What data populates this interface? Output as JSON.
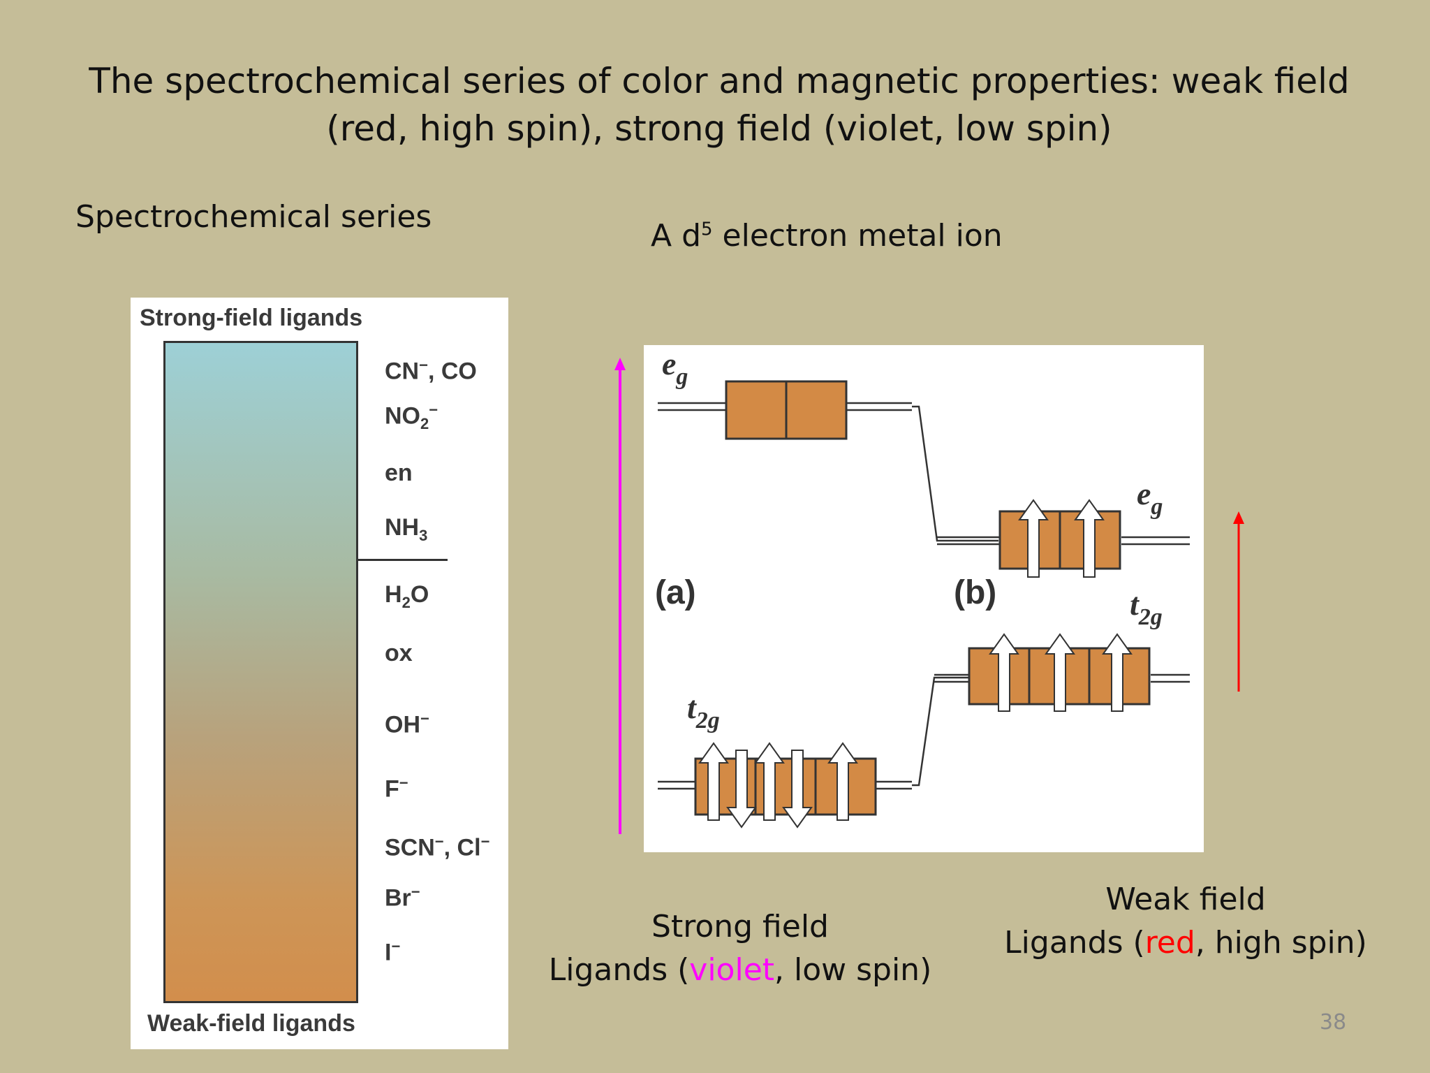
{
  "title": "The spectrochemical series of color and magnetic properties: weak field (red, high spin), strong field (violet, low spin)",
  "spectro_label": "Spectrochemical series",
  "d5_label": {
    "prefix": "A d",
    "sup": "5",
    "suffix": " electron metal ion"
  },
  "series": {
    "strong_label": "Strong-field ligands",
    "weak_label": "Weak-field ligands",
    "ligands": [
      {
        "main": "CN",
        "sup": "−",
        "rest": ", CO"
      },
      {
        "main": "NO",
        "sub": "2",
        "sup": "−"
      },
      {
        "main": "en"
      },
      {
        "main": "NH",
        "sub": "3"
      },
      {
        "main": "H",
        "sub": "2",
        "rest": "O"
      },
      {
        "main": "ox"
      },
      {
        "main": "OH",
        "sup": "−"
      },
      {
        "main": "F",
        "sup": "−"
      },
      {
        "main": "SCN",
        "sup": "−",
        "rest": ", Cl",
        "sup2": "−"
      },
      {
        "main": "Br",
        "sup": "−"
      },
      {
        "main": "I",
        "sup": "−"
      }
    ]
  },
  "diagram": {
    "eg_main": "e",
    "eg_sub": "g",
    "t2g_main": "t",
    "t2g_sub": "2g",
    "label_a": "(a)",
    "label_b": "(b)"
  },
  "strong_caption": {
    "line1": "Strong field",
    "pre": "Ligands (",
    "color_word": "violet",
    "post": ", low spin)"
  },
  "weak_caption": {
    "line1": "Weak field",
    "pre": "Ligands (",
    "color_word": "red",
    "post": ", high spin)"
  },
  "page_number": "38",
  "colors": {
    "background": "#c5bd98",
    "orbital_box": "#d38a45",
    "violet": "#ff00ff",
    "red": "#ff0000"
  }
}
